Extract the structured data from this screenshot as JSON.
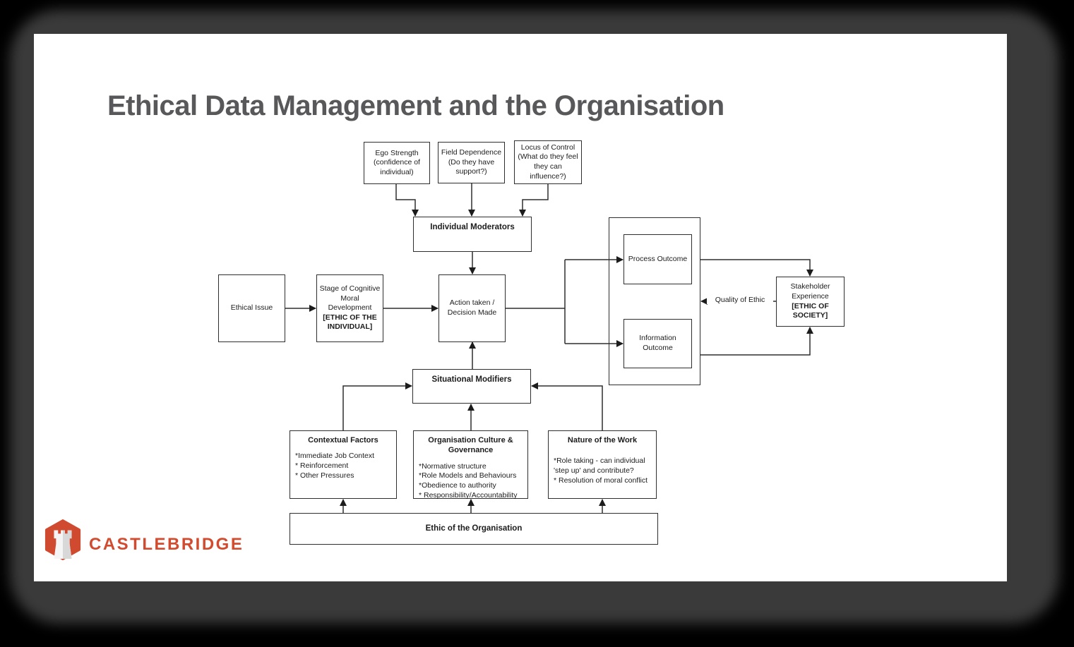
{
  "slide": {
    "title": "Ethical Data Management and the Organisation"
  },
  "brand": {
    "name": "CASTLEBRIDGE",
    "icon": "castle-rook-hexagon-icon",
    "color": "#d24b2e"
  },
  "colors": {
    "page_background": "#000000",
    "window_shadow": "#3a3a3a",
    "slide_background": "#ffffff",
    "line": "#2e2e2e",
    "title_text": "#58585a",
    "body_text": "#1c1c1c"
  },
  "diagram": {
    "type": "flowchart",
    "nodes": {
      "ego": {
        "label": "Ego Strength (confidence of individual)"
      },
      "field": {
        "label": "Field Dependence (Do they have support?)"
      },
      "locus": {
        "label": "Locus of Control (What do they feel they can influence?)"
      },
      "individual_moderators": {
        "label": "Individual Moderators"
      },
      "ethical_issue": {
        "label": "Ethical Issue"
      },
      "cognitive_stage": {
        "label": "Stage of Cognitive Moral Development",
        "emphasis": "[ETHIC OF THE INDIVIDUAL]"
      },
      "action": {
        "label": "Action taken / Decision Made"
      },
      "process_outcome": {
        "label": "Process Outcome"
      },
      "information_outcome": {
        "label": "Information Outcome"
      },
      "stakeholder_experience": {
        "label": "Stakeholder Experience",
        "emphasis": "[ETHIC OF SOCIETY]"
      },
      "situational_modifiers": {
        "label": "Situational Modifiers"
      },
      "contextual_factors": {
        "title": "Contextual Factors",
        "items": [
          "*Immediate Job Context",
          "* Reinforcement",
          "* Other Pressures"
        ]
      },
      "organisation_culture": {
        "title": "Organisation Culture & Governance",
        "items": [
          "*Normative structure",
          "*Role Models and Behaviours",
          "*Obedience to authority",
          "* Responsibility/Accountability"
        ]
      },
      "nature_of_work": {
        "title": "Nature of the Work",
        "items": [
          "*Role taking - can individual 'step up' and contribute?",
          "* Resolution of moral conflict"
        ]
      },
      "ethic_of_organisation": {
        "label": "Ethic of the Organisation"
      }
    },
    "edge_labels": {
      "quality_of_ethic": "Quality of Ethic"
    },
    "edges": [
      {
        "from": "ego",
        "to": "individual_moderators"
      },
      {
        "from": "field",
        "to": "individual_moderators"
      },
      {
        "from": "locus",
        "to": "individual_moderators"
      },
      {
        "from": "individual_moderators",
        "to": "action"
      },
      {
        "from": "ethical_issue",
        "to": "cognitive_stage"
      },
      {
        "from": "cognitive_stage",
        "to": "action"
      },
      {
        "from": "action",
        "to": "process_outcome"
      },
      {
        "from": "action",
        "to": "information_outcome"
      },
      {
        "from": "process_outcome",
        "to": "stakeholder_experience"
      },
      {
        "from": "information_outcome",
        "to": "stakeholder_experience"
      },
      {
        "from": "stakeholder_experience",
        "to": "outcomes_container",
        "label": "Quality of Ethic"
      },
      {
        "from": "situational_modifiers",
        "to": "action"
      },
      {
        "from": "contextual_factors",
        "to": "situational_modifiers"
      },
      {
        "from": "organisation_culture",
        "to": "situational_modifiers"
      },
      {
        "from": "nature_of_work",
        "to": "situational_modifiers"
      },
      {
        "from": "ethic_of_organisation",
        "to": "contextual_factors"
      },
      {
        "from": "ethic_of_organisation",
        "to": "organisation_culture"
      },
      {
        "from": "ethic_of_organisation",
        "to": "nature_of_work"
      }
    ]
  }
}
